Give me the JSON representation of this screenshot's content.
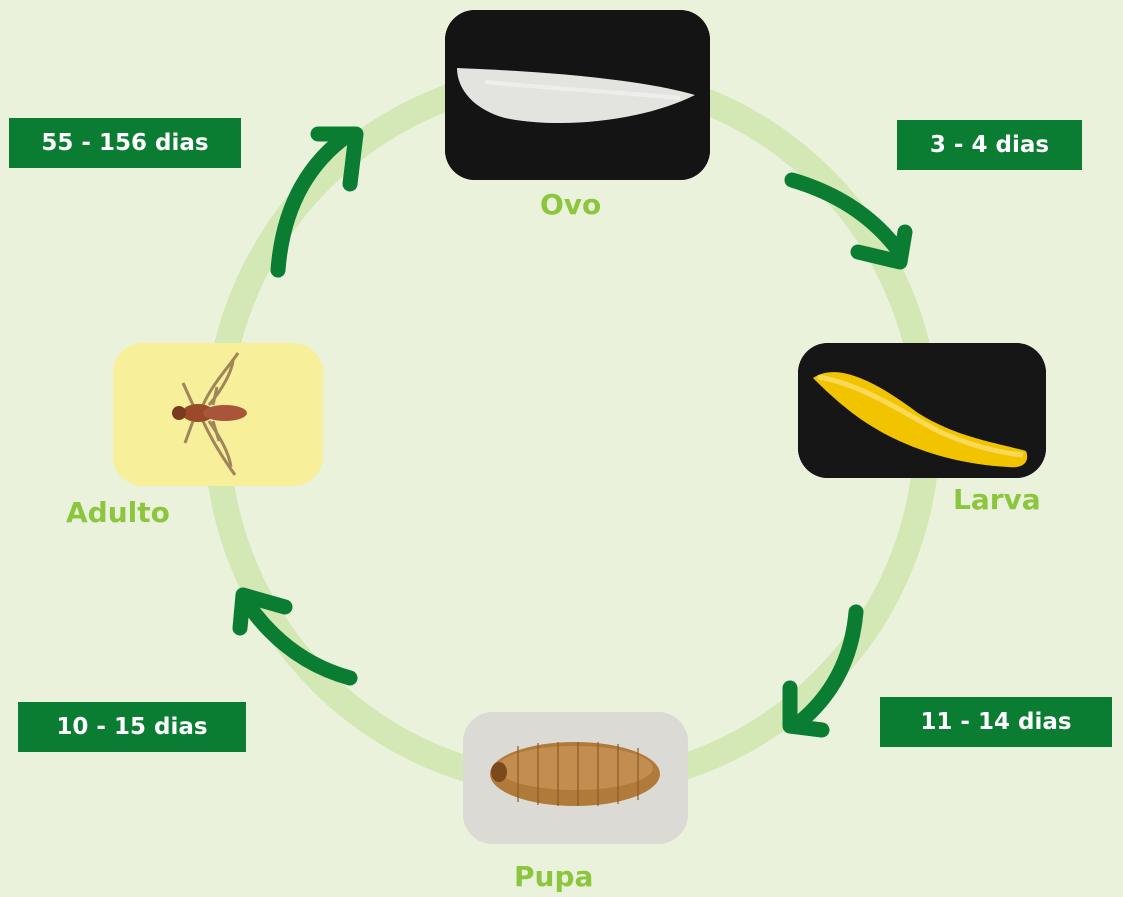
{
  "diagram": {
    "stages": {
      "egg": "Ovo",
      "larva": "Larva",
      "pupa": "Pupa",
      "adult": "Adulto"
    },
    "durations": {
      "egg_to_larva": "3 - 4 dias",
      "larva_to_pupa": "11 - 14 dias",
      "pupa_to_adult": "10 - 15 dias",
      "adult_to_egg": "55 - 156 dias"
    },
    "colors": {
      "background": "#eaf2dc",
      "ring": "#d3e8b5",
      "arrow": "#0a7d32",
      "duration_box": "#0a7d32",
      "stage_label": "#8cc63f"
    }
  }
}
